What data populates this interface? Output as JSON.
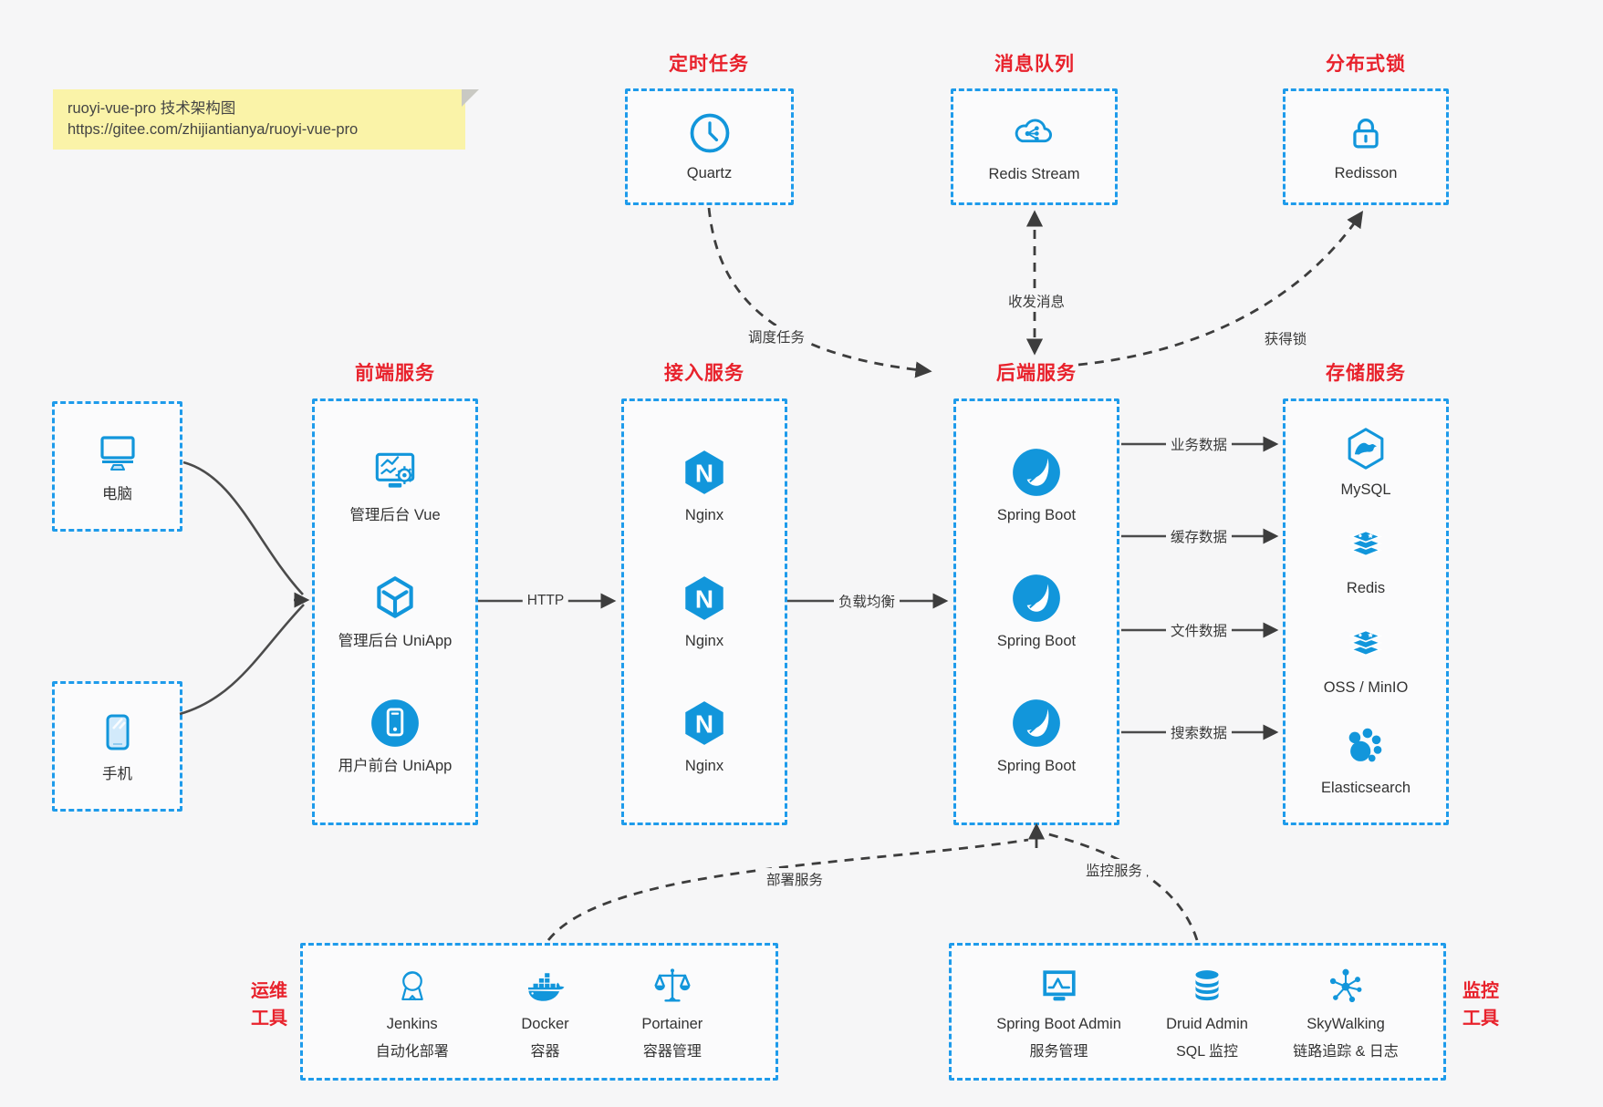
{
  "note": {
    "line1": "ruoyi-vue-pro 技术架构图",
    "line2": "https://gitee.com/zhijiantianya/ruoyi-vue-pro"
  },
  "top_groups": [
    {
      "title": "定时任务",
      "icon": "clock-icon",
      "label": "Quartz"
    },
    {
      "title": "消息队列",
      "icon": "cloud-stream-icon",
      "label": "Redis Stream"
    },
    {
      "title": "分布式锁",
      "icon": "lock-icon",
      "label": "Redisson"
    }
  ],
  "clients": [
    {
      "icon": "desktop-icon",
      "label": "电脑"
    },
    {
      "icon": "mobile-icon",
      "label": "手机"
    }
  ],
  "columns": [
    {
      "title": "前端服务",
      "items": [
        {
          "icon": "admin-vue-icon",
          "label": "管理后台 Vue"
        },
        {
          "icon": "uniapp-cube-icon",
          "label": "管理后台 UniApp"
        },
        {
          "icon": "user-uniapp-icon",
          "label": "用户前台 UniApp"
        }
      ]
    },
    {
      "title": "接入服务",
      "items": [
        {
          "icon": "nginx-icon",
          "label": "Nginx"
        },
        {
          "icon": "nginx-icon",
          "label": "Nginx"
        },
        {
          "icon": "nginx-icon",
          "label": "Nginx"
        }
      ]
    },
    {
      "title": "后端服务",
      "items": [
        {
          "icon": "spring-boot-icon",
          "label": "Spring Boot"
        },
        {
          "icon": "spring-boot-icon",
          "label": "Spring Boot"
        },
        {
          "icon": "spring-boot-icon",
          "label": "Spring Boot"
        }
      ]
    },
    {
      "title": "存储服务",
      "items": [
        {
          "icon": "mysql-icon",
          "label": "MySQL"
        },
        {
          "icon": "redis-icon",
          "label": "Redis"
        },
        {
          "icon": "oss-minio-icon",
          "label": "OSS / MinIO"
        },
        {
          "icon": "elasticsearch-icon",
          "label": "Elasticsearch"
        }
      ]
    }
  ],
  "bottom_groups": [
    {
      "title_lines": [
        "运维",
        "工具"
      ],
      "items": [
        {
          "icon": "jenkins-icon",
          "name": "Jenkins",
          "desc": "自动化部署"
        },
        {
          "icon": "docker-icon",
          "name": "Docker",
          "desc": "容器"
        },
        {
          "icon": "portainer-icon",
          "name": "Portainer",
          "desc": "容器管理"
        }
      ]
    },
    {
      "title_lines": [
        "监控",
        "工具"
      ],
      "items": [
        {
          "icon": "spring-boot-admin-icon",
          "name": "Spring Boot Admin",
          "desc": "服务管理"
        },
        {
          "icon": "druid-icon",
          "name": "Druid Admin",
          "desc": "SQL 监控"
        },
        {
          "icon": "skywalking-icon",
          "name": "SkyWalking",
          "desc": "链路追踪 & 日志"
        }
      ]
    }
  ],
  "edges": {
    "http": "HTTP",
    "load_balance": "负载均衡",
    "schedule": "调度任务",
    "message": "收发消息",
    "lock": "获得锁",
    "business": "业务数据",
    "cache": "缓存数据",
    "file": "文件数据",
    "search": "搜索数据",
    "deploy": "部署服务",
    "monitor": "监控服务"
  },
  "colors": {
    "accent_border": "#1e9beb",
    "icon_blue": "#1296db",
    "title_red": "#e8222c",
    "note_bg": "#faf3a8",
    "solid_arrow": "#4b4b4b",
    "dashed_arrow": "#3d3d3d",
    "background": "#f6f6f7"
  }
}
